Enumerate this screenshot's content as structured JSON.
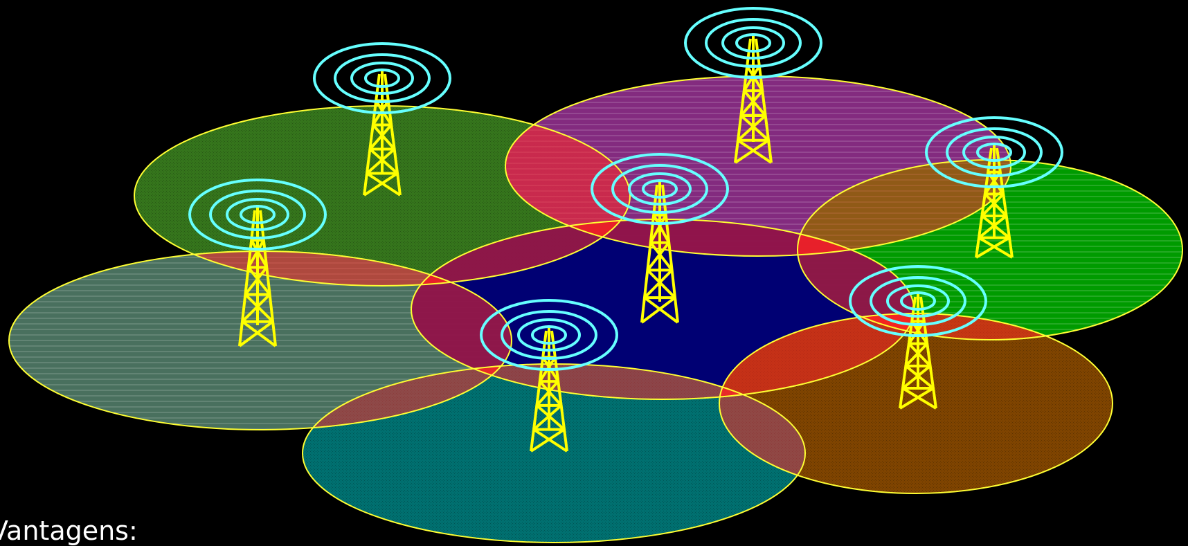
{
  "caption": "Vantagens:",
  "colors": {
    "background": "#000000",
    "tower": "#ffff00",
    "signal_rings": "#66ffff",
    "cell_outline": "#ffff33",
    "overlap": "#ff2222"
  },
  "cells": [
    {
      "name": "cell-olive-green",
      "fill": "#3a7f1e",
      "pattern": "dots"
    },
    {
      "name": "cell-purple",
      "fill": "#8e2f8a",
      "pattern": "lines"
    },
    {
      "name": "cell-bright-green",
      "fill": "#00a800",
      "pattern": "lines"
    },
    {
      "name": "cell-gray-green",
      "fill": "#4f7a66",
      "pattern": "lines"
    },
    {
      "name": "cell-navy",
      "fill": "#00007d",
      "pattern": "none"
    },
    {
      "name": "cell-orange-brown",
      "fill": "#8a4a00",
      "pattern": "dots"
    },
    {
      "name": "cell-teal",
      "fill": "#007a7a",
      "pattern": "dots"
    }
  ],
  "towers": [
    {
      "name": "tower-olive-green",
      "icon": "radio-tower-icon"
    },
    {
      "name": "tower-purple",
      "icon": "radio-tower-icon"
    },
    {
      "name": "tower-bright-green",
      "icon": "radio-tower-icon"
    },
    {
      "name": "tower-gray-green",
      "icon": "radio-tower-icon"
    },
    {
      "name": "tower-navy",
      "icon": "radio-tower-icon"
    },
    {
      "name": "tower-orange-brown",
      "icon": "radio-tower-icon"
    },
    {
      "name": "tower-teal",
      "icon": "radio-tower-icon"
    }
  ]
}
